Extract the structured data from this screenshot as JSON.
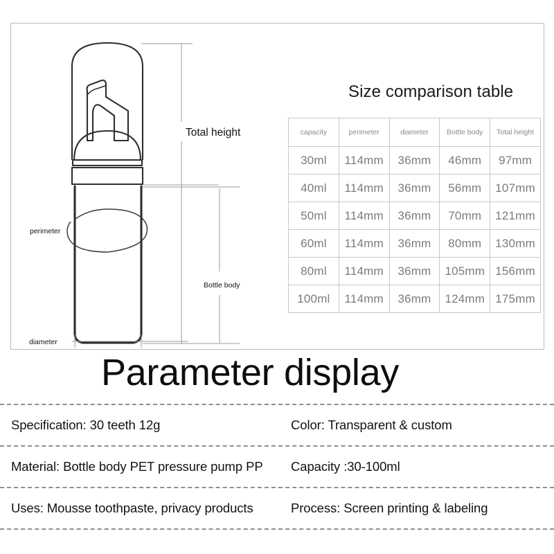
{
  "diagram": {
    "labels": {
      "total_height": "Total height",
      "bottle_body": "Bottle body",
      "perimeter": "perimeter",
      "diameter": "diameter"
    }
  },
  "size_table": {
    "title": "Size comparison table",
    "columns": [
      "capacity",
      "perimeter",
      "diameter",
      "Bottle body",
      "Total height"
    ],
    "rows": [
      [
        "30ml",
        "114mm",
        "36mm",
        "46mm",
        "97mm"
      ],
      [
        "40ml",
        "114mm",
        "36mm",
        "56mm",
        "107mm"
      ],
      [
        "50ml",
        "114mm",
        "36mm",
        "70mm",
        "121mm"
      ],
      [
        "60ml",
        "114mm",
        "36mm",
        "80mm",
        "130mm"
      ],
      [
        "80ml",
        "114mm",
        "36mm",
        "105mm",
        "156mm"
      ],
      [
        "100ml",
        "114mm",
        "36mm",
        "124mm",
        "175mm"
      ]
    ]
  },
  "parameters": {
    "heading": "Parameter display",
    "rows": [
      {
        "left": "Specification: 30 teeth 12g",
        "right": "Color: Transparent & custom"
      },
      {
        "left": "Material: Bottle body PET pressure pump PP",
        "right": "Capacity :30-100ml"
      },
      {
        "left": "Uses: Mousse toothpaste, privacy products",
        "right": "Process: Screen printing & labeling"
      }
    ]
  },
  "colors": {
    "panel_border": "#b9b9b9",
    "table_border": "#c8c8c8",
    "table_text": "#7b7b7b",
    "dimension_line": "#9a9a9a",
    "bottle_outline": "#2e2e2e",
    "dash_divider": "#8e8e8e"
  }
}
